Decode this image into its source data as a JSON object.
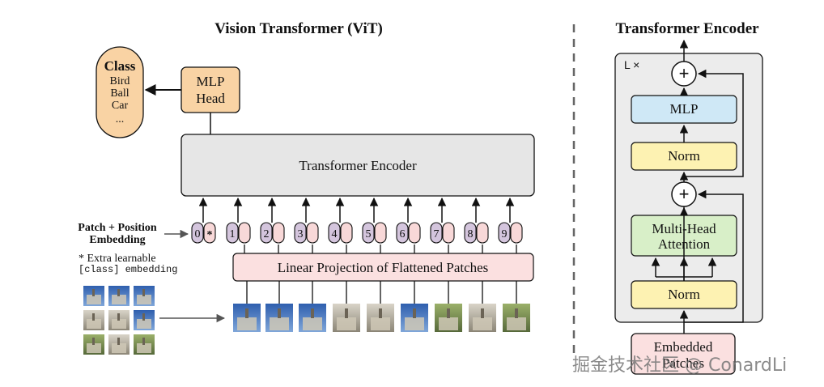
{
  "left": {
    "title": "Vision Transformer (ViT)",
    "class_box": {
      "title": "Class",
      "items": [
        "Bird",
        "Ball",
        "Car",
        "..."
      ]
    },
    "mlp_head": [
      "MLP",
      "Head"
    ],
    "encoder_label": "Transformer Encoder",
    "embedding_label": [
      "Patch + Position",
      "Embedding"
    ],
    "extra_note": [
      "* Extra learnable",
      "[class] embedding"
    ],
    "position_tokens": [
      "0",
      "1",
      "2",
      "3",
      "4",
      "5",
      "6",
      "7",
      "8",
      "9"
    ],
    "class_token_mark": "*",
    "projection_label": "Linear Projection of Flattened Patches"
  },
  "right": {
    "title": "Transformer Encoder",
    "repeat_label": "L ×",
    "mlp_label": "MLP",
    "norm_label": "Norm",
    "attention_label": [
      "Multi-Head",
      "Attention"
    ],
    "add_symbol": "+",
    "input_label": [
      "Embedded",
      "Patches"
    ]
  },
  "watermark": "掘金技术社区 @ ConardLi",
  "colors": {
    "class_box": "#f9d3a4",
    "mlp_head": "#f9d3a4",
    "encoder": "#e6e6e6",
    "position_token": "#d4c5dd",
    "patch_token": "#f8d8d8",
    "projection": "#fbe0e0",
    "mlp_block": "#cfe8f6",
    "norm_block": "#fdf2b2",
    "attention_block": "#d8efc8",
    "embedded_block": "#fbe0e0",
    "encoder_panel": "#ececec"
  }
}
